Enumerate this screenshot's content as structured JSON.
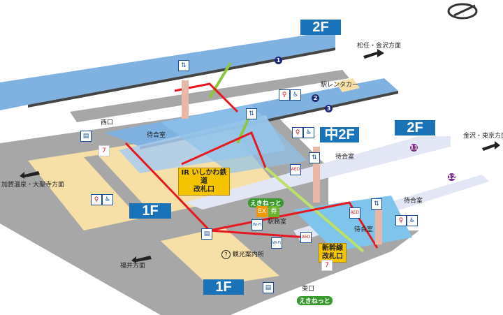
{
  "floors": {
    "f2_top": "2F",
    "f2_right": "2F",
    "mid2f": "中2F",
    "f1_left": "1F",
    "f1_bottom": "1F"
  },
  "platforms": [
    "1",
    "2",
    "3",
    "11",
    "12"
  ],
  "directions": {
    "matto_kanazawa": "松任・金沢方面",
    "kanazawa_tokyo": "金沢・東京方面",
    "kaga_daishoji": "加賀温泉・大聖寺方面",
    "fukui": "福井方面"
  },
  "places": {
    "rentacar": "駅レンタカー",
    "west_exit": "西口",
    "east_exit": "東口",
    "waiting_room": "待合室",
    "station_office": "駅務室",
    "tourist_info": "観光案内所"
  },
  "gates": {
    "ir_line1": "IR いしかわ鉄道",
    "ir_line2": "改札口",
    "shinkansen_line1": "新幹線",
    "shinkansen_line2": "改札口"
  },
  "badges": {
    "ekinet": "えきねっと",
    "ex": "EX",
    "ticket": "券",
    "wifi": "Wi-Fi",
    "aed": "AED"
  },
  "colors": {
    "platform_blue": "#7fb2e0",
    "concourse_gray": "#a7a7a7",
    "floor_tan": "#f7dfa8",
    "floor_label": "#1a73b8",
    "route_red": "#e5191f",
    "gate_yellow": "#f5c400",
    "upper_lavender": "#e2e6f5"
  },
  "compass": "compass-north-icon"
}
